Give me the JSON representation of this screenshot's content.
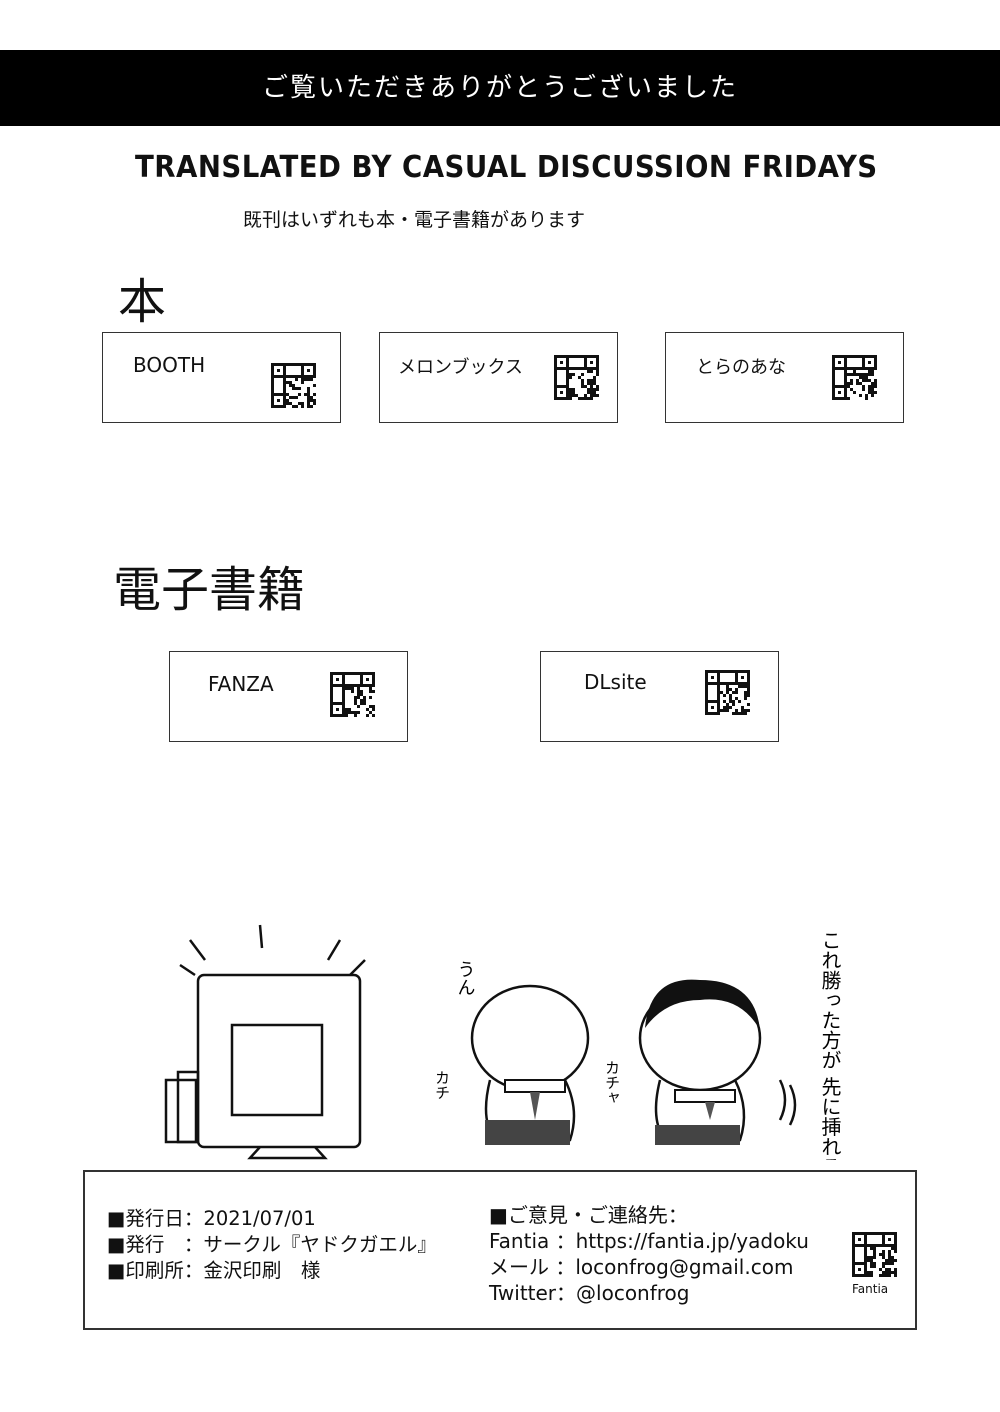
{
  "banner": "ご覧いただきありがとうございました",
  "credit": "Translated by Casual Discussion Fridays",
  "note": "既刊はいずれも本・電子書籍があります",
  "print_section": {
    "heading": "本",
    "stores": [
      {
        "label": "BOOTH"
      },
      {
        "label": "メロンブックス"
      },
      {
        "label": "とらのあな"
      }
    ]
  },
  "ebook_section": {
    "heading": "電子書籍",
    "stores": [
      {
        "label": "FANZA"
      },
      {
        "label": "DLsite"
      }
    ]
  },
  "illustration": {
    "speech_right": "これ勝った方が 先に挿れるのでいいか？",
    "speech_left": "うん",
    "sfx_1": "カチ",
    "sfx_2": "カチャ"
  },
  "colophon": {
    "left": [
      "■発行日：2021/07/01",
      "■発行　：サークル『ヤドクガエル』",
      "■印刷所：金沢印刷　様"
    ],
    "right": [
      "■ご意見・ご連絡先：",
      "Fantia ：https://fantia.jp/yadoku",
      "メール ：loconfrog@gmail.com",
      "Twitter：@loconfrog"
    ],
    "qr_label": "Fantia"
  }
}
